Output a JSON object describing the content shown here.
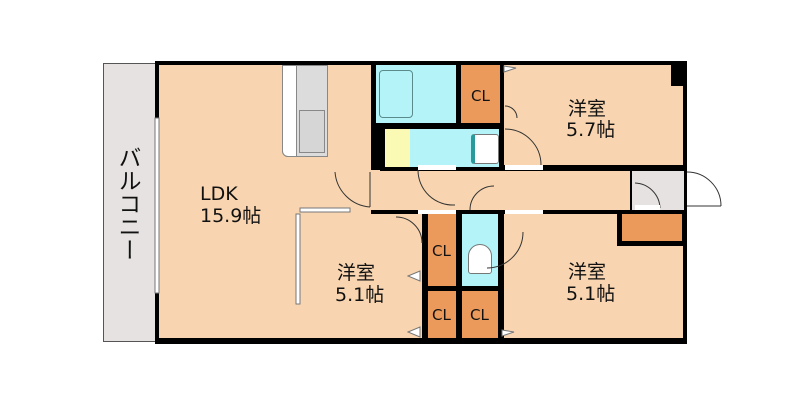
{
  "floorplan": {
    "balcony": {
      "label": "バルコニー"
    },
    "rooms": [
      {
        "id": "ldk",
        "name": "LDK",
        "size": "15.9帖"
      },
      {
        "id": "bedroom-north",
        "name": "洋室",
        "size": "5.7帖"
      },
      {
        "id": "bedroom-center",
        "name": "洋室",
        "size": "5.1帖"
      },
      {
        "id": "bedroom-south",
        "name": "洋室",
        "size": "5.1帖"
      }
    ],
    "closets": [
      {
        "id": "cl-north",
        "label": "CL"
      },
      {
        "id": "cl-center-upper",
        "label": "CL"
      },
      {
        "id": "cl-center-lower-left",
        "label": "CL"
      },
      {
        "id": "cl-center-lower-right",
        "label": "CL"
      }
    ],
    "colors": {
      "room": "#f8d5b0",
      "wet_area": "#b4f4f8",
      "closet": "#ec9a5c",
      "balcony": "#e6e2e2",
      "washbasin": "#fafab4",
      "wall": "#000000"
    }
  }
}
